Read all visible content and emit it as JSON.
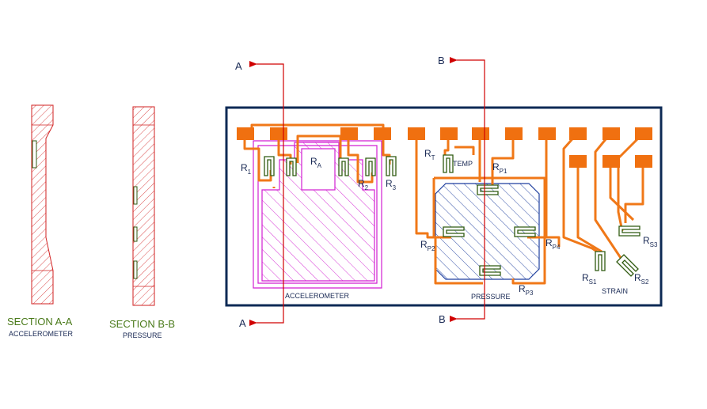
{
  "colors": {
    "trace": "#f07818",
    "pad": "#f07010",
    "resistor": "#2f5a10",
    "accel": "#d21fd2",
    "pressure": "#1f3f9f",
    "section": "#d22222",
    "frame": "#0d2a55",
    "arrow": "#d00000",
    "section_text": "#4a7a1a",
    "sub_text": "#1a2a55"
  },
  "sections": {
    "a": {
      "title": "SECTION A-A",
      "subtitle": "ACCELEROMETER"
    },
    "b": {
      "title": "SECTION B-B",
      "subtitle": "PRESSURE"
    }
  },
  "cut_markers": {
    "a_top": "A",
    "a_bottom": "A",
    "b_top": "B",
    "b_bottom": "B"
  },
  "labels": {
    "accelerometer": "ACCELEROMETER",
    "pressure": "PRESSURE",
    "strain": "STRAIN",
    "temp": "TEMP"
  },
  "resistors": {
    "r1": {
      "main": "R",
      "sub": "1"
    },
    "r2": {
      "main": "R",
      "sub": "2"
    },
    "r3": {
      "main": "R",
      "sub": "3"
    },
    "ra": {
      "main": "R",
      "sub": "A"
    },
    "rt": {
      "main": "R",
      "sub": "T"
    },
    "rp1": {
      "main": "R",
      "sub": "P1"
    },
    "rp2": {
      "main": "R",
      "sub": "P2"
    },
    "rp3": {
      "main": "R",
      "sub": "P3"
    },
    "rp4": {
      "main": "R",
      "sub": "P4"
    },
    "rs1": {
      "main": "R",
      "sub": "S1"
    },
    "rs2": {
      "main": "R",
      "sub": "S2"
    },
    "rs3": {
      "main": "R",
      "sub": "S3"
    }
  }
}
